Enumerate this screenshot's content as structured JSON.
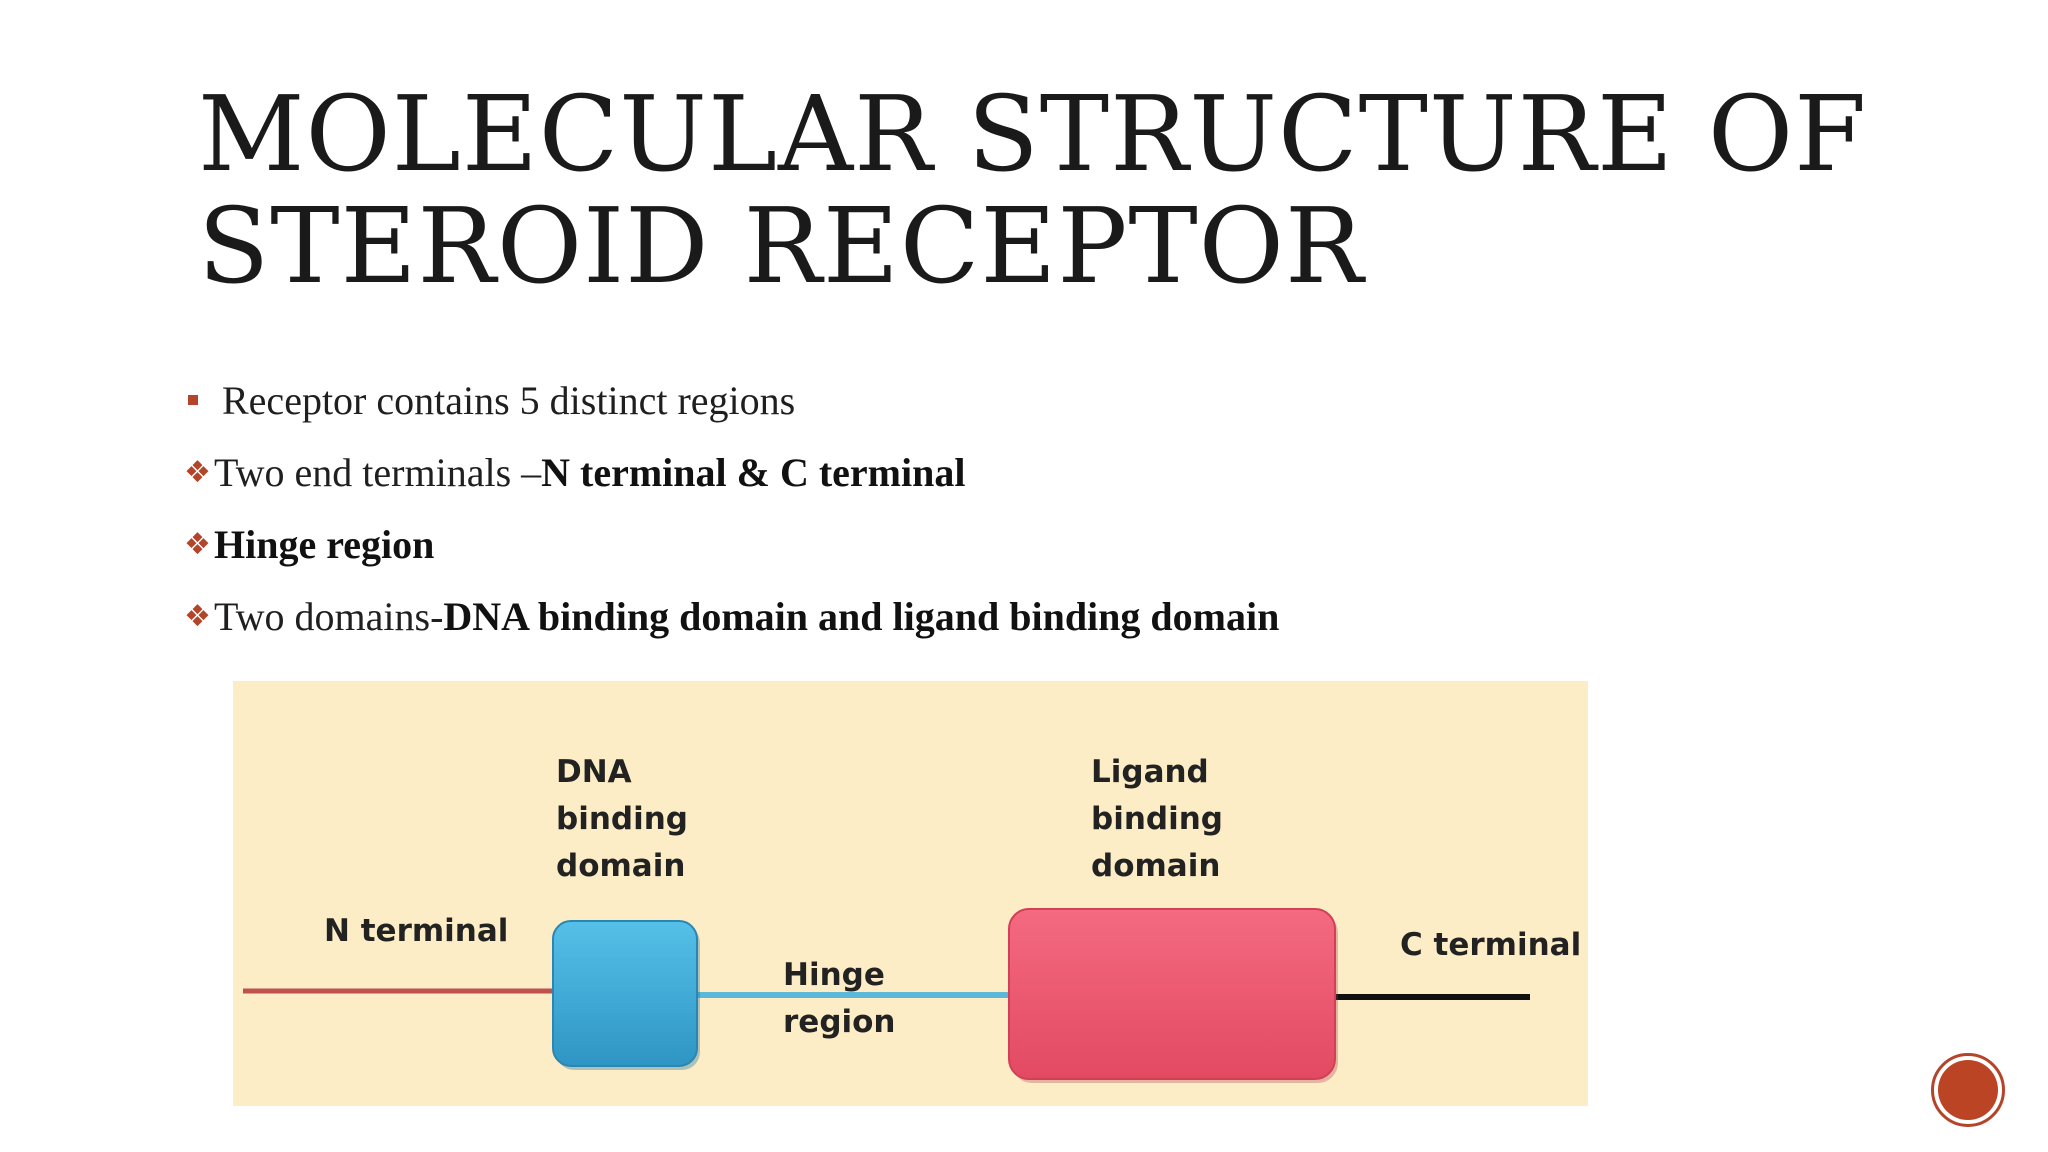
{
  "slide": {
    "title_line1": "MOLECULAR STRUCTURE OF",
    "title_line2": "STEROID RECEPTOR",
    "bullets": [
      {
        "marker": "square",
        "text": "Receptor contains 5 distinct regions",
        "bold": ""
      },
      {
        "marker": "diamond",
        "text": "Two end terminals – ",
        "bold": "N terminal & C terminal"
      },
      {
        "marker": "diamond",
        "text": "",
        "bold": "Hinge region"
      },
      {
        "marker": "diamond",
        "text": "Two domains- ",
        "bold": "DNA binding domain and ligand binding domain"
      }
    ]
  },
  "diagram": {
    "labels": {
      "n_terminal": "N terminal",
      "dna_line1": "DNA",
      "dna_line2": "binding",
      "dna_line3": "domain",
      "hinge_line1": "Hinge",
      "hinge_line2": "region",
      "ligand_line1": "Ligand",
      "ligand_line2": "binding",
      "ligand_line3": "domain",
      "c_terminal": "C terminal"
    },
    "colors": {
      "background": "#fcedc6",
      "n_terminal_line": "#c0504d",
      "dna_domain": "#3aa8d6",
      "hinge_line": "#5bb8d8",
      "ligand_domain": "#ee5870",
      "c_terminal_line": "#111111",
      "accent": "#b5452a"
    }
  },
  "nav": {
    "icon": "next-slide-circle"
  }
}
